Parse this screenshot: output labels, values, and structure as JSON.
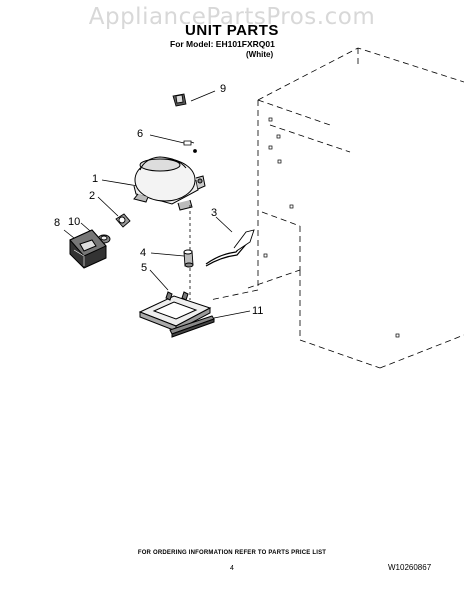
{
  "watermark": "AppliancePartsPros.com",
  "header": {
    "title": "UNIT PARTS",
    "model_line": "For Model: EH101FXRQ01",
    "color_line": "(White)"
  },
  "callouts": [
    "1",
    "2",
    "3",
    "4",
    "5",
    "6",
    "8",
    "9",
    "10",
    "11"
  ],
  "footer": {
    "note": "FOR ORDERING INFORMATION REFER TO PARTS PRICE LIST",
    "page": "4",
    "doc_number": "W10260867"
  }
}
